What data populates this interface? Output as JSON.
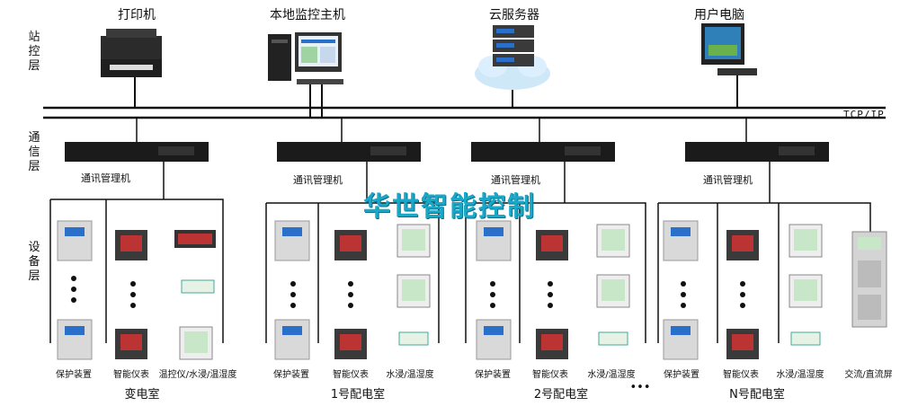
{
  "layers": {
    "station": "站控层",
    "comm": "通信层",
    "device": "设备层"
  },
  "top_devices": {
    "printer": "打印机",
    "host": "本地监控主机",
    "cloud": "云服务器",
    "user_pc": "用户电脑"
  },
  "network": {
    "protocol": "TCP/IP"
  },
  "comm_manager_label": "通讯管理机",
  "watermark": "华世智能控制",
  "device_labels": {
    "protection": "保护装置",
    "meter": "智能仪表",
    "temp_water_humidity": "温控仪/水浸/温湿度",
    "water_humidity": "水浸/温湿度",
    "ac_dc_panel": "交流/直流屏"
  },
  "rooms": {
    "substation": "变电室",
    "room1": "1号配电室",
    "room2": "2号配电室",
    "roomN": "N号配电室",
    "more": "•••"
  },
  "colors": {
    "line": "#111111",
    "watermark": "#1aa8c8",
    "device_panel": "#d9d9d9",
    "screen": "#2a6fc9"
  }
}
